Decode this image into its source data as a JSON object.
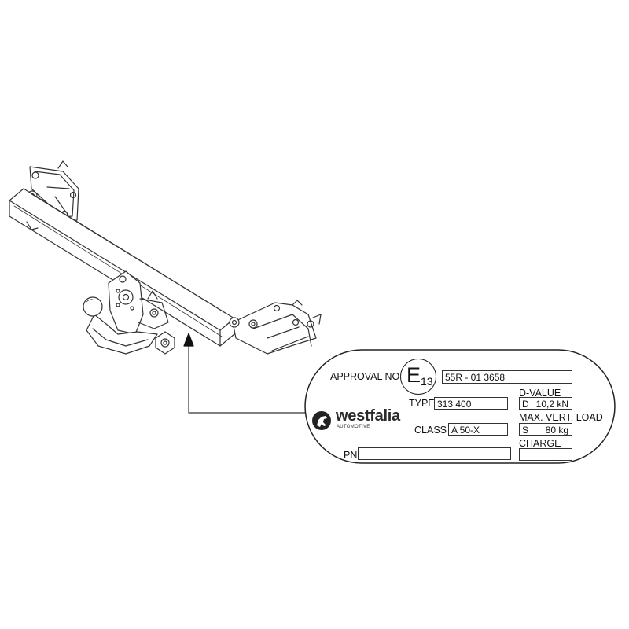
{
  "plate": {
    "approval_label": "APPROVAL NO",
    "e_mark_letter": "E",
    "e_mark_number": "13",
    "approval_value": "55R - 01 3658",
    "type_label": "TYPE",
    "type_value": "313 400",
    "class_label": "CLASS",
    "class_value": "A 50-X",
    "pn_label": "PN",
    "pn_value": "",
    "d_value_label": "D-VALUE",
    "d_value_prefix": "D",
    "d_value_value": "10,2 kN",
    "max_vert_load_label": "MAX. VERT. LOAD",
    "max_vert_load_prefix": "S",
    "max_vert_load_value": "80 kg",
    "charge_label": "CHARGE",
    "charge_value": ""
  },
  "brand": {
    "name": "westfalia",
    "subtitle": "AUTOMOTIVE",
    "icon": "horse-logo-icon"
  },
  "drawing": {
    "subject": "tow-bar-assembly",
    "pointer": "arrow-pointer"
  }
}
